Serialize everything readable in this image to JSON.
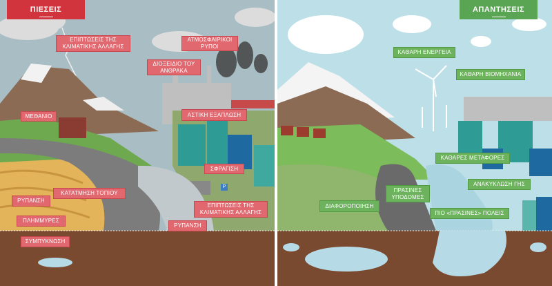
{
  "pressures": {
    "header": "ΠΙΕΣΕΙΣ",
    "labels": {
      "climate_top": "ΕΠΙΠΤΩΣΕΙΣ ΤΗΣ ΚΛΙΜΑΤΙΚΗΣ ΑΛΛΑΓΗΣ",
      "air_pollutants": "ΑΤΜΟΣΦΑΙΡΙΚΟΙ ΡΥΠΟΙ",
      "co2": "ΔΙΟΞΕΙΔΙΟ ΤΟΥ ΑΝΘΡΑΚΑ",
      "methane": "ΜΕΘΑΝΙΟ",
      "urban_sprawl": "ΑΣΤΙΚΗ ΕΞΑΠΛΩΣΗ",
      "sealing": "ΣΦΡΑΓΙΣΗ",
      "fragmentation": "ΚΑΤΑΤΜΗΣΗ ΤΟΠΙΟΥ",
      "pollution_farm": "ΡΥΠΑΝΣΗ",
      "climate_bottom": "ΕΠΙΠΤΩΣΕΙΣ ΤΗΣ ΚΛΙΜΑΤΙΚΗΣ ΑΛΛΑΓΗΣ",
      "floods": "ΠΛΗΜΜΥΡΕΣ",
      "pollution_river": "ΡΥΠΑΝΣΗ",
      "compaction": "ΣΥΜΠΥΚΝΩΣΗ",
      "parking_sign": "P"
    }
  },
  "responses": {
    "header": "ΑΠΑΝΤΗΣΕΙΣ",
    "labels": {
      "clean_energy": "ΚΑΘΑΡΗ ΕΝΕΡΓΕΙΑ",
      "clean_industry": "ΚΑΘΑΡΗ ΒΙΟΜΗΧΑΝΙΑ",
      "clean_transport": "ΚΑΘΑΡΕΣ ΜΕΤΑΦΟΡΕΣ",
      "land_recycling": "ΑΝΑΚΥΚΛΩΣΗ ΓΗΣ",
      "green_infra": "ΠΡΑΣΙΝΕΣ ΥΠΟΔΟΜΕΣ",
      "diversification": "ΔΙΑΦΟΡΟΠΟΙΗΣΗ",
      "greener_cities": "ΠΙΟ «ΠΡΑΣΙΝΕΣ» ΠΟΛΕΙΣ"
    }
  },
  "colors": {
    "pressure_label": "#e26870",
    "response_label": "#6db35e",
    "pressure_sky": "#a8bec4",
    "response_sky": "#bde0e8",
    "soil": "#7a4a30"
  }
}
